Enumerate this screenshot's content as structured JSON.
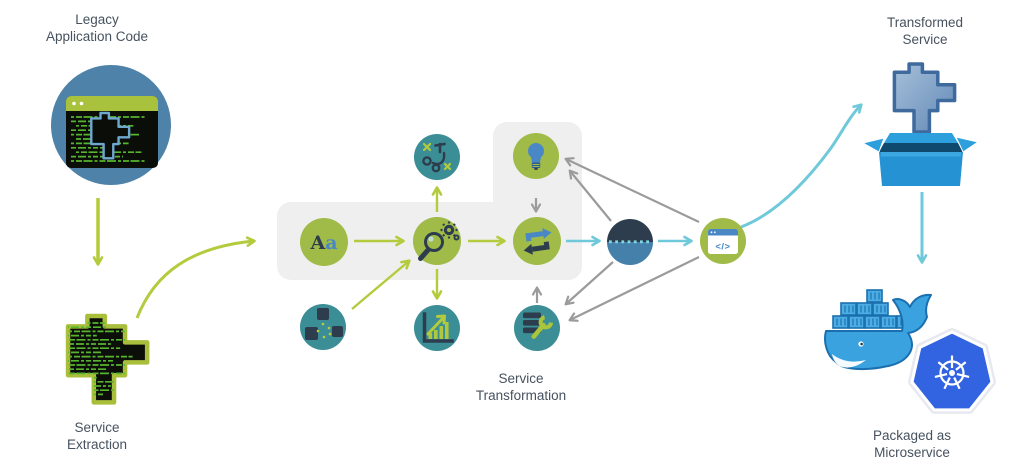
{
  "labels": {
    "legacy": "Legacy\nApplication Code",
    "extraction": "Service\nExtraction",
    "transformation": "Service\nTransformation",
    "transformed": "Transformed\nService",
    "packaged": "Packaged as\nMicroservice"
  },
  "icons": {
    "letter_A": "A",
    "letter_a": "a",
    "code_window": "</>"
  },
  "icon_names": {
    "legacy_application": "terminal-code-window-icon",
    "service_extraction": "code-puzzle-piece-icon",
    "text_analysis": "letters-Aa-icon",
    "strategy": "tactics-playbook-icon",
    "code_analysis": "magnifier-gears-icon",
    "hierarchy": "org-chart-icon",
    "metrics": "growth-chart-icon",
    "idea": "lightbulb-icon",
    "transformation_loop": "sync-arrows-icon",
    "configuration": "server-wrench-icon",
    "boundary": "split-sphere-icon",
    "generated_code": "code-window-icon",
    "transformed_service": "puzzle-piece-icon",
    "package": "open-box-icon",
    "docker": "docker-whale-icon",
    "kubernetes": "kubernetes-helm-icon"
  },
  "colors": {
    "green_node": "#a0bb47",
    "green_arrow": "#b3cb3c",
    "teal_node": "#3b8e96",
    "navy": "#2e3d4e",
    "steel_blue": "#4e82a8",
    "icon_blue": "#4a88c5",
    "lens_blue": "#8fc4e4",
    "cyan_arrow": "#6fc9da",
    "gray_arrow": "#9b9b9b",
    "panel_gray": "#efefef",
    "label_text": "#47525f",
    "code_green": "#55b52d",
    "puzzle_border_green": "#a9bf3b",
    "docker_blue": "#3ba2e0",
    "docker_outline": "#1a6fae",
    "kubernetes_blue": "#3263e0",
    "box_blue": "#2593d3",
    "box_dark": "#0f4a6e",
    "box_light": "#2d9fdd"
  }
}
